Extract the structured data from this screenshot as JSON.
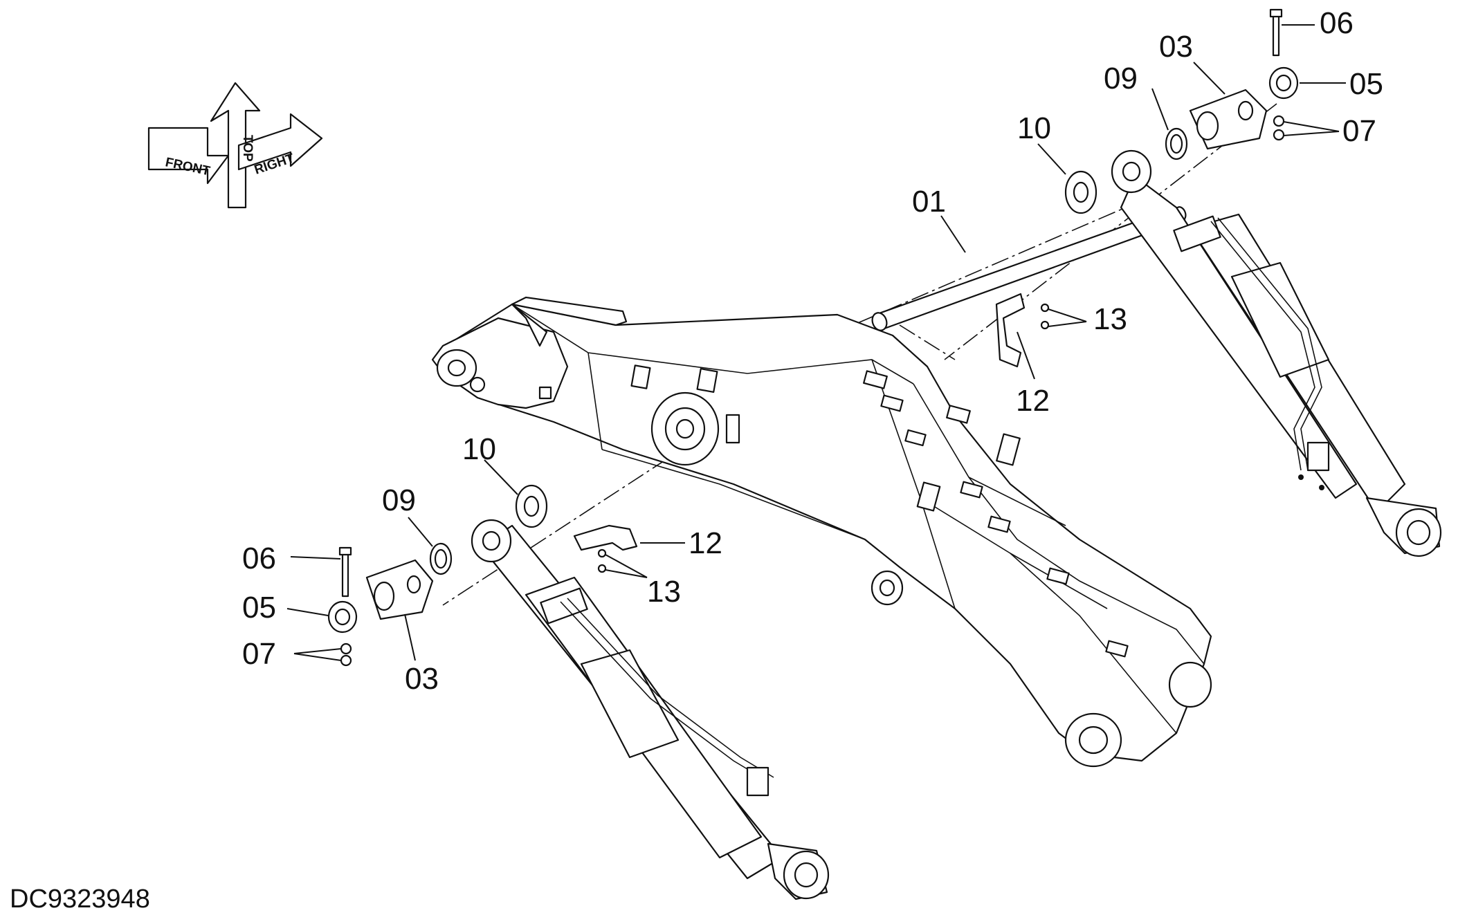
{
  "drawing_id": "DC9323948",
  "orientation": {
    "front": "FRONT",
    "top": "TOP",
    "right": "RIGHT"
  },
  "callouts": {
    "pin_01": "01",
    "bracket_03_right": "03",
    "bracket_03_left": "03",
    "collar_05_right": "05",
    "collar_05_left": "05",
    "bolt_06_right": "06",
    "bolt_06_left": "06",
    "nut_07_right": "07",
    "nut_07_left": "07",
    "shim_09_right": "09",
    "shim_09_left": "09",
    "washer_10_right": "10",
    "washer_10_left": "10",
    "clamp_12_right": "12",
    "clamp_12_left": "12",
    "bolt_13_right": "13",
    "bolt_13_left": "13"
  }
}
